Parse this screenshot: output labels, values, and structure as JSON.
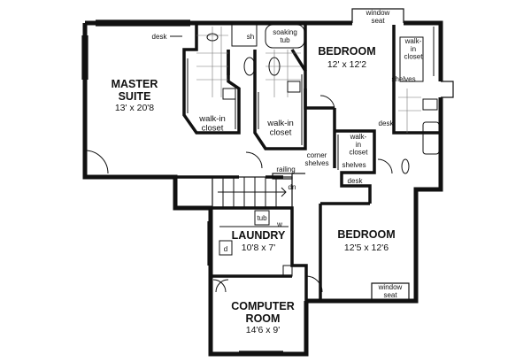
{
  "labels": {
    "master_suite_name": "MASTER\nSUITE",
    "master_suite_dim": "13' x 20'8",
    "bedroom_top_name": "BEDROOM",
    "bedroom_top_dim": "12' x 12'2",
    "bedroom_bottom_name": "BEDROOM",
    "bedroom_bottom_dim": "12'5 x 12'6",
    "laundry_name": "LAUNDRY",
    "laundry_dim": "10'8 x 7'",
    "computer_name": "COMPUTER\nROOM",
    "computer_dim": "14'6 x 9'",
    "walk_in_closet_1": "walk-in\ncloset",
    "walk_in_closet_2": "walk-in\ncloset",
    "walk_in_closet_3": "walk-\nin\ncloset",
    "walk_in_closet_4": "walk-\nin\ncloset",
    "window_seat_top": "window\nseat",
    "window_seat_bottom": "window\nseat",
    "soaking_tub": "soaking\ntub",
    "sh": "sh",
    "desk_master": "desk",
    "desk_right": "desk",
    "desk_center": "desk",
    "shelves_right": "shelves",
    "shelves_center": "shelves",
    "corner_shelves": "corner\nshelves",
    "railing": "railing",
    "dn": "dn",
    "tub": "tub",
    "w": "w",
    "d": "d"
  }
}
